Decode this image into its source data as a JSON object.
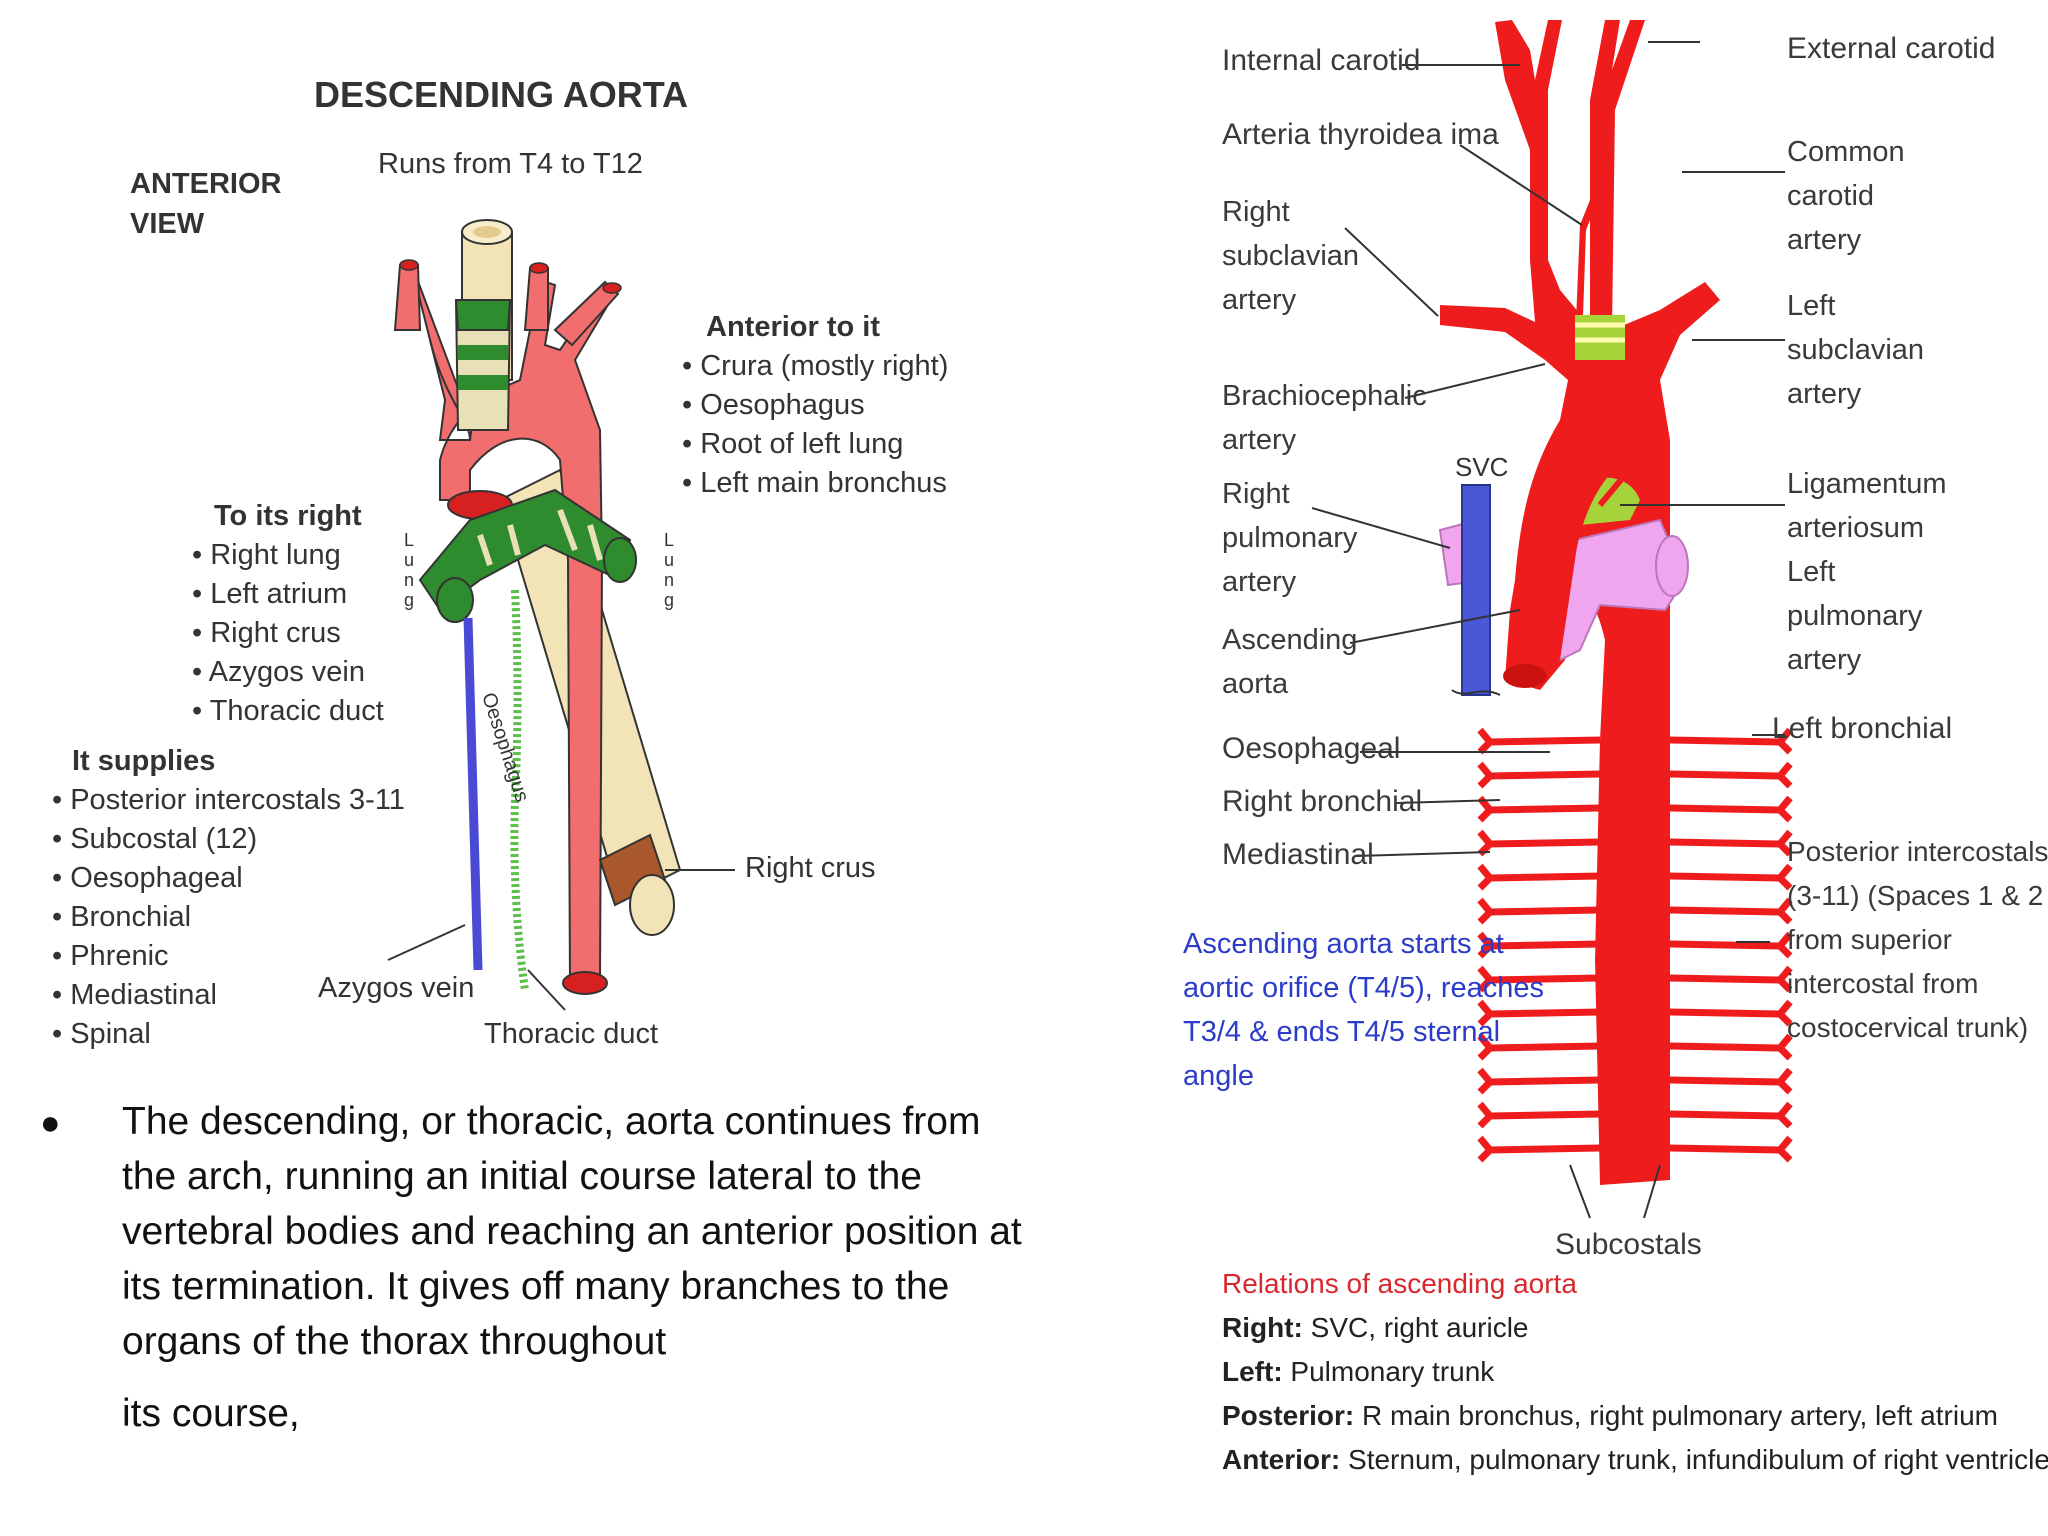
{
  "left_diagram": {
    "title": "DESCENDING AORTA",
    "view": [
      "ANTERIOR",
      "VIEW"
    ],
    "runs": "Runs from T4 to T12",
    "anterior": {
      "heading": "Anterior to it",
      "items": [
        "Crura (mostly right)",
        "Oesophagus",
        "Root of left lung",
        "Left main bronchus"
      ]
    },
    "to_right": {
      "heading": "To its right",
      "items": [
        "Right lung",
        "Left atrium",
        "Right crus",
        "Azygos vein",
        "Thoracic duct"
      ]
    },
    "supplies": {
      "heading": "It supplies",
      "items": [
        "Posterior intercostals 3-11",
        "Subcostal (12)",
        "Oesophageal",
        "Bronchial",
        "Phrenic",
        "Mediastinal",
        "Spinal"
      ]
    },
    "lung_letters": [
      "L",
      "u",
      "n",
      "g"
    ],
    "oesophagus_label": "Oesophagus",
    "right_crus": "Right crus",
    "azygos": "Azygos vein",
    "thoracic_duct": "Thoracic duct"
  },
  "body_text": {
    "bullet": "●",
    "paragraph_line1": "The descending, or thoracic, aorta continues from the arch, running an initial course lateral to the vertebral bodies and reaching an anterior position at its termination. It gives off many branches to the organs of the thorax throughout",
    "paragraph_line2": "its course,"
  },
  "right_diagram": {
    "left_labels": {
      "internal_carotid": "Internal carotid",
      "thyroidea_ima": "Arteria thyroidea ima",
      "right_subclavian": [
        "Right",
        "subclavian",
        "artery"
      ],
      "brachiocephalic": [
        "Brachiocephalic",
        "artery"
      ],
      "right_pulmonary": [
        "Right",
        "pulmonary",
        "artery"
      ],
      "ascending": [
        "Ascending",
        "aorta"
      ],
      "oesophageal": "Oesophageal",
      "right_bronchial": "Right bronchial",
      "mediastinal": "Mediastinal",
      "svc": "SVC"
    },
    "right_labels": {
      "external_carotid": "External carotid",
      "common_carotid": [
        "Common",
        "carotid",
        "artery"
      ],
      "left_subclavian": [
        "Left",
        "subclavian",
        "artery"
      ],
      "ligamentum": [
        "Ligamentum",
        "arteriosum"
      ],
      "left_pulmonary": [
        "Left",
        "pulmonary",
        "artery"
      ],
      "left_bronchial": "Left bronchial",
      "posterior_intercostals": [
        "Posterior intercostals",
        "(3-11) (Spaces 1 & 2",
        "from superior",
        "intercostal from",
        "costocervical trunk)"
      ],
      "subcostals": "Subcostals"
    },
    "ascending_note": [
      "Ascending aorta starts at",
      "aortic orifice (T4/5), reaches",
      "T3/4 & ends T4/5 sternal",
      "angle"
    ],
    "relations": {
      "heading": "Relations of ascending aorta",
      "rows": [
        {
          "key": "Right:",
          "value": " SVC, right auricle"
        },
        {
          "key": "Left:",
          "value": " Pulmonary trunk"
        },
        {
          "key": "Posterior:",
          "value": " R main bronchus, right pulmonary artery, left atrium"
        },
        {
          "key": "Anterior:",
          "value": " Sternum, pulmonary trunk, infundibulum of right ventricle"
        }
      ]
    }
  },
  "colors": {
    "aorta_left": "#f26d6d",
    "aorta_right": "#ee1c1c",
    "bronchus_green": "#2e8b2e",
    "oesophagus": "#f3e4b8",
    "azygos": "#4a4ad4",
    "pulmonary_pink": "#f0a6ef",
    "svc_blue": "#4a57d6",
    "note_blue": "#2b3cc9",
    "heading_red": "#d9272e"
  }
}
